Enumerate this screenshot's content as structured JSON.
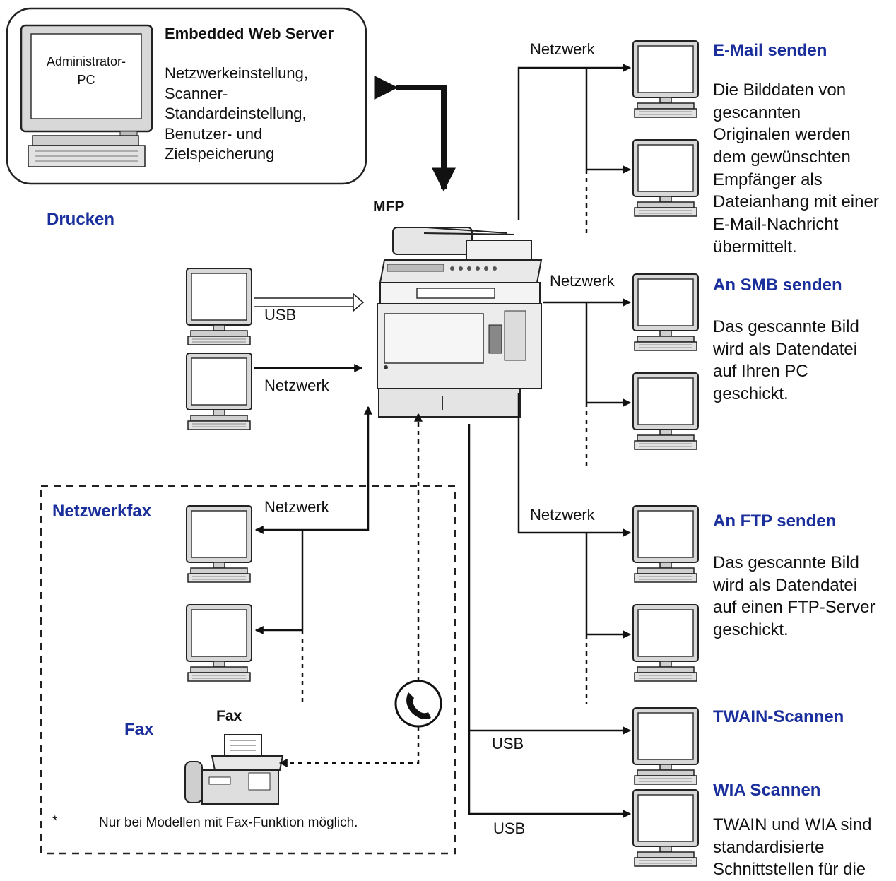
{
  "web_server": {
    "admin_pc_line1": "Administrator-",
    "admin_pc_line2": "PC",
    "title": "Embedded Web Server",
    "lines": [
      "Netzwerkeinstellung,",
      "Scanner-",
      "Standardeinstellung,",
      "Benutzer- und",
      "Zielspeicherung"
    ]
  },
  "mfp_label": "MFP",
  "print_section": {
    "title": "Drucken",
    "usb_label": "USB",
    "network_label": "Netzwerk"
  },
  "netfax_section": {
    "title": "Netzwerkfax",
    "network_label": "Netzwerk",
    "fax_title": "Fax",
    "fax_device_label": "Fax",
    "footnote_marker": "*",
    "footnote": "Nur bei Modellen mit Fax-Funktion möglich."
  },
  "email_section": {
    "network_label": "Netzwerk",
    "title": "E-Mail senden",
    "lines": [
      "Die Bilddaten von",
      "gescannten",
      "Originalen werden",
      "dem gewünschten",
      "Empfänger als",
      "Dateianhang mit einer",
      "E-Mail-Nachricht",
      "übermittelt."
    ]
  },
  "smb_section": {
    "network_label": "Netzwerk",
    "title": "An SMB senden",
    "lines": [
      "Das gescannte Bild",
      "wird als Datendatei",
      "auf Ihren PC",
      "geschickt."
    ]
  },
  "ftp_section": {
    "network_label": "Netzwerk",
    "title": "An FTP senden",
    "lines": [
      "Das gescannte Bild",
      "wird als Datendatei",
      "auf einen FTP-Server",
      "geschickt."
    ]
  },
  "twain_section": {
    "title": "TWAIN-Scannen",
    "usb_label": "USB"
  },
  "wia_section": {
    "title": "WIA Scannen",
    "usb_label": "USB",
    "lines": [
      "TWAIN und WIA sind",
      "standardisierte",
      "Schnittstellen für die"
    ]
  },
  "colors": {
    "heading_blue": "#1a2f9c",
    "line": "#111111",
    "monitor_fill": "#d8d8d8",
    "screen_fill": "#ffffff"
  }
}
